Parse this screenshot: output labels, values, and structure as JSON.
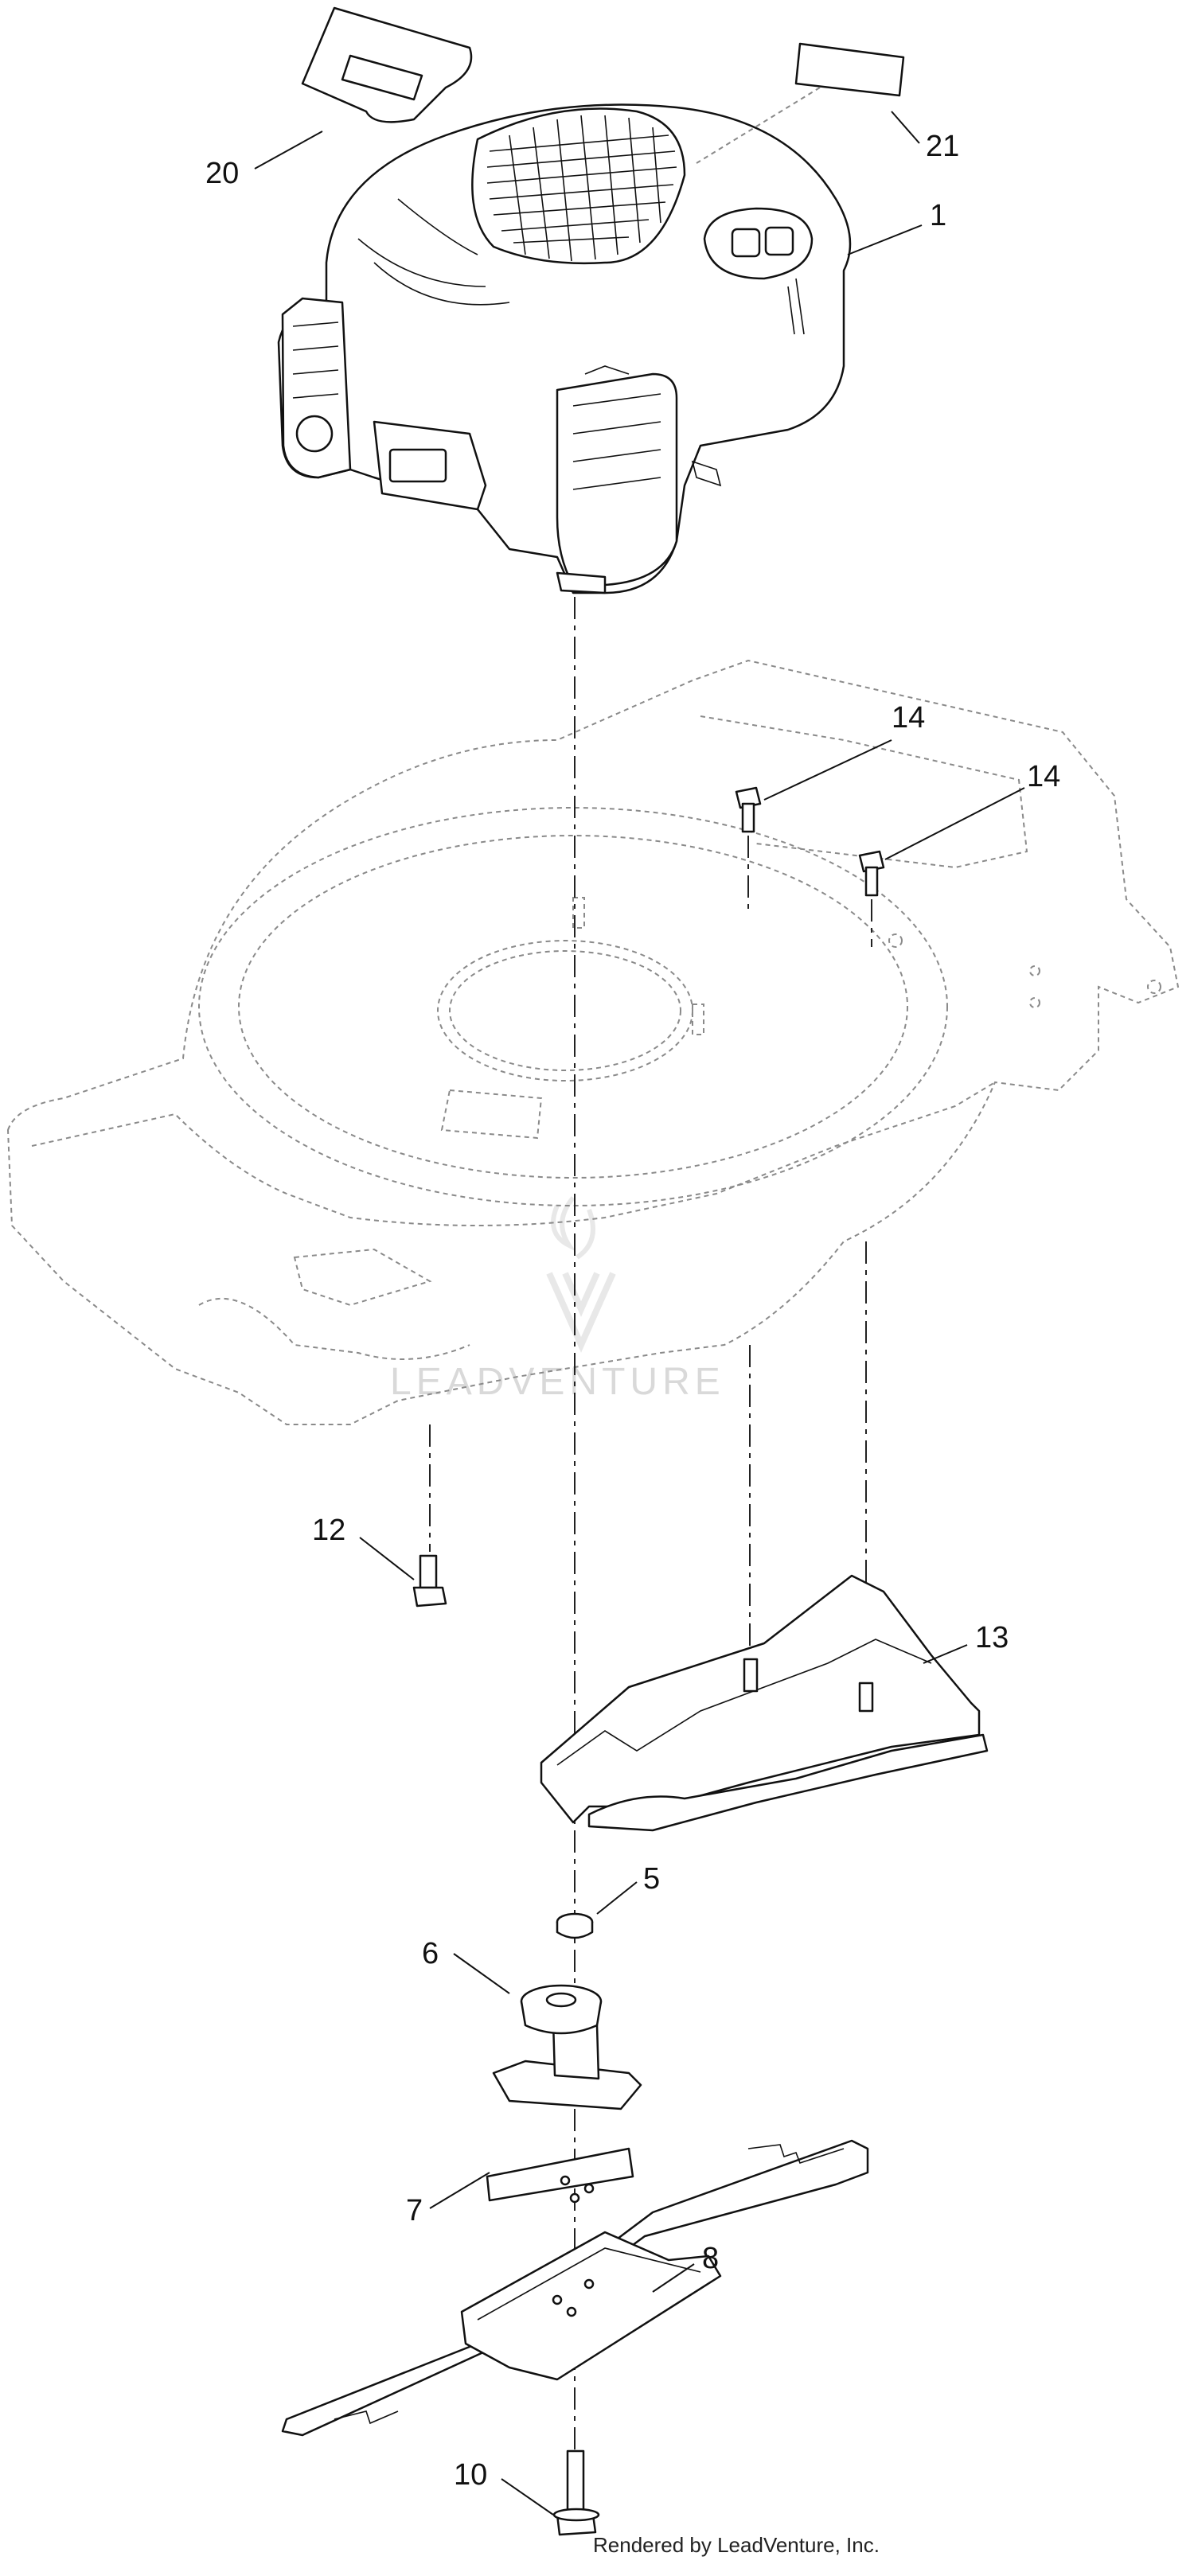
{
  "callouts": [
    {
      "id": "c1",
      "label": "1"
    },
    {
      "id": "c5",
      "label": "5"
    },
    {
      "id": "c6",
      "label": "6"
    },
    {
      "id": "c7",
      "label": "7"
    },
    {
      "id": "c8",
      "label": "8"
    },
    {
      "id": "c10",
      "label": "10"
    },
    {
      "id": "c12",
      "label": "12"
    },
    {
      "id": "c13",
      "label": "13"
    },
    {
      "id": "c14a",
      "label": "14"
    },
    {
      "id": "c14b",
      "label": "14"
    },
    {
      "id": "c20",
      "label": "20"
    },
    {
      "id": "c21",
      "label": "21"
    }
  ],
  "watermark": "LEADVENTURE",
  "credit": "Rendered by LeadVenture, Inc."
}
